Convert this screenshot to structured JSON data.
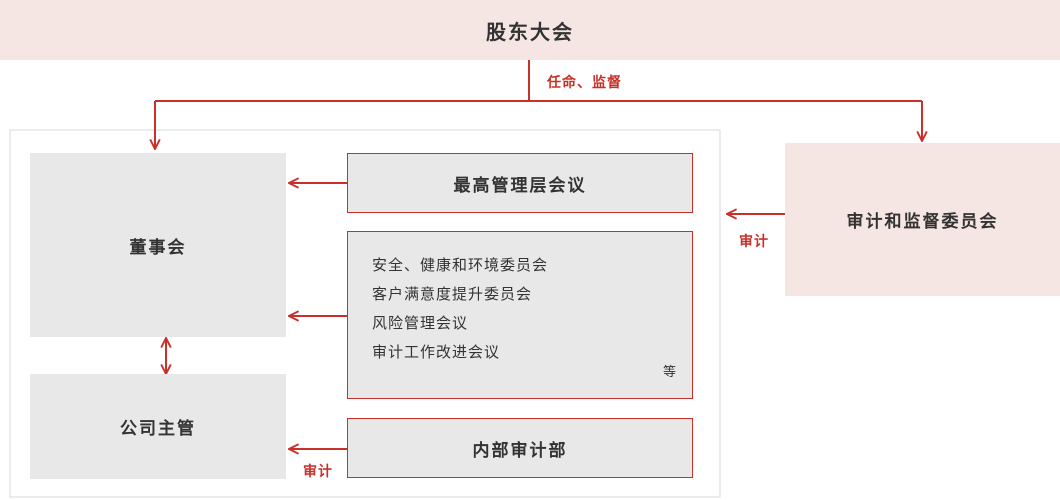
{
  "nodes": {
    "shareholders": "股东大会",
    "board": "董事会",
    "executives": "公司主管",
    "management_meeting": "最高管理层会议",
    "committees": [
      "安全、健康和环境委员会",
      "客户满意度提升委员会",
      "风险管理会议",
      "审计工作改进会议"
    ],
    "committees_etc": "等",
    "internal_audit": "内部审计部",
    "audit_committee": "审计和监督委员会"
  },
  "labels": {
    "appoint_supervise": "任命、监督",
    "audit_right": "审计",
    "audit_bottom": "审计"
  },
  "colors": {
    "accent": "#c8312a",
    "gray_box": "#e8e8e8",
    "pink_box": "#f5e6e3",
    "frame": "#d9d9d9"
  }
}
